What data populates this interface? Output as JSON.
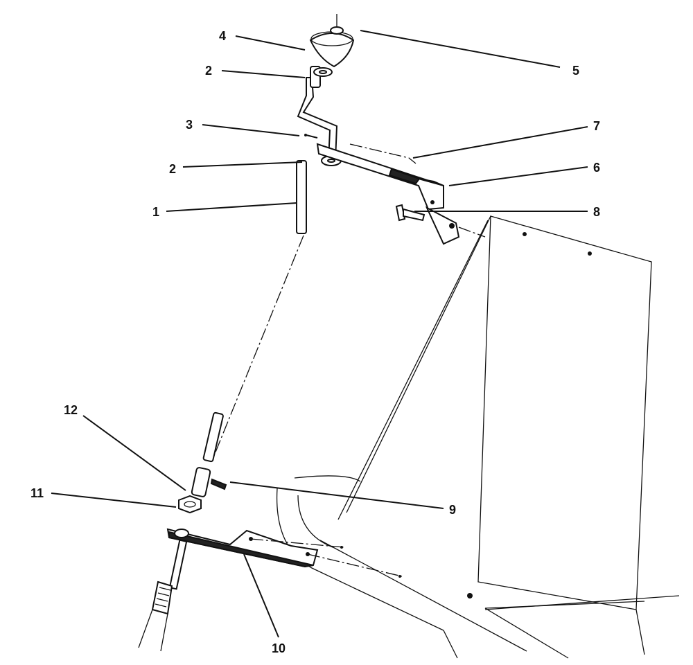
{
  "callouts": {
    "c1": "1",
    "c2a": "2",
    "c2b": "2",
    "c3": "3",
    "c4": "4",
    "c5": "5",
    "c6": "6",
    "c7": "7",
    "c8": "8",
    "c9": "9",
    "c10": "10",
    "c11": "11",
    "c12": "12"
  },
  "colors": {
    "ink": "#111111",
    "paper": "#ffffff"
  }
}
